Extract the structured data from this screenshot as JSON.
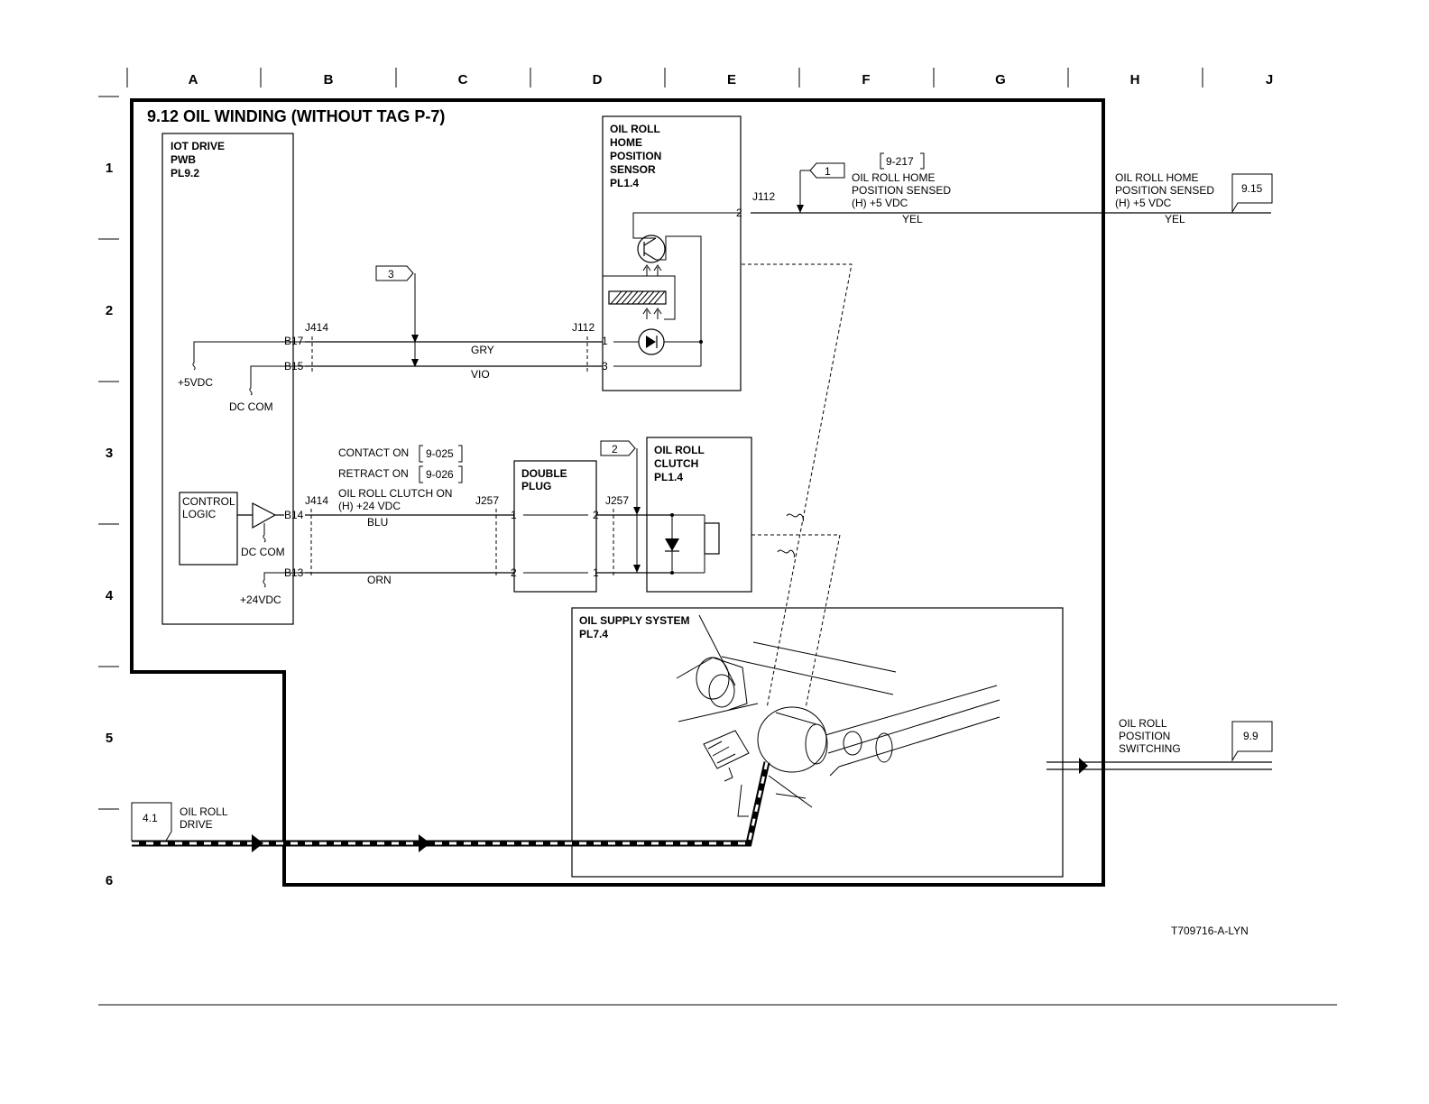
{
  "columns": [
    "A",
    "B",
    "C",
    "D",
    "E",
    "F",
    "G",
    "H",
    "J"
  ],
  "rows": [
    "1",
    "2",
    "3",
    "4",
    "5",
    "6"
  ],
  "title": "9.12 OIL WINDING (WITHOUT TAG P-7)",
  "iot_drive": {
    "line1": "IOT DRIVE",
    "line2": "PWB",
    "line3": "PL9.2"
  },
  "control_logic": {
    "line1": "CONTROL",
    "line2": "LOGIC"
  },
  "sensor": {
    "line1": "OIL ROLL",
    "line2": "HOME",
    "line3": "POSITION",
    "line4": "SENSOR",
    "line5": "PL1.4"
  },
  "clutch": {
    "line1": "OIL ROLL",
    "line2": "CLUTCH",
    "line3": "PL1.4"
  },
  "double_plug": {
    "line1": "DOUBLE",
    "line2": "PLUG"
  },
  "oil_supply": {
    "line1": "OIL SUPPLY SYSTEM",
    "line2": "PL7.4"
  },
  "connectors": {
    "j414_top": "J414",
    "j112_left": "J112",
    "j112_right": "J112",
    "j414_bottom": "J414",
    "j257_left": "J257",
    "j257_right": "J257",
    "b17": "B17",
    "b15": "B15",
    "b14": "B14",
    "b13": "B13",
    "p1": "1",
    "p3": "3",
    "p2_sensor": "2",
    "j257_pin1_left": "1",
    "j257_pin2_left": "2",
    "j257_pin2_right": "2",
    "j257_pin1_right": "1"
  },
  "wires": {
    "gry": "GRY",
    "vio": "VIO",
    "blu": "BLU",
    "orn": "ORN",
    "yel_left": "YEL",
    "yel_right": "YEL"
  },
  "power": {
    "v5": "+5VDC",
    "dc_com_top": "DC COM",
    "dc_com_bottom": "DC COM",
    "v24": "+24VDC"
  },
  "flags": {
    "f1": "1",
    "f2": "2",
    "f3": "3"
  },
  "refs": {
    "r9217": "9-217",
    "r9025": "9-025",
    "r9026": "9-026",
    "r915": "9.15",
    "r99": "9.9",
    "r41": "4.1"
  },
  "signals": {
    "home_sensed_1": "OIL ROLL HOME",
    "home_sensed_2": "POSITION SENSED",
    "home_sensed_3": "(H) +5 VDC",
    "home_out_1": "OIL ROLL HOME",
    "home_out_2": "POSITION SENSED",
    "home_out_3": "(H) +5 VDC",
    "contact_on": "CONTACT ON",
    "retract_on": "RETRACT ON",
    "clutch_on_1": "OIL ROLL CLUTCH ON",
    "clutch_on_2": "(H) +24 VDC",
    "switching_1": "OIL ROLL",
    "switching_2": "POSITION",
    "switching_3": "SWITCHING",
    "drive_1": "OIL ROLL",
    "drive_2": "DRIVE"
  },
  "figure_id": "T709716-A-LYN"
}
